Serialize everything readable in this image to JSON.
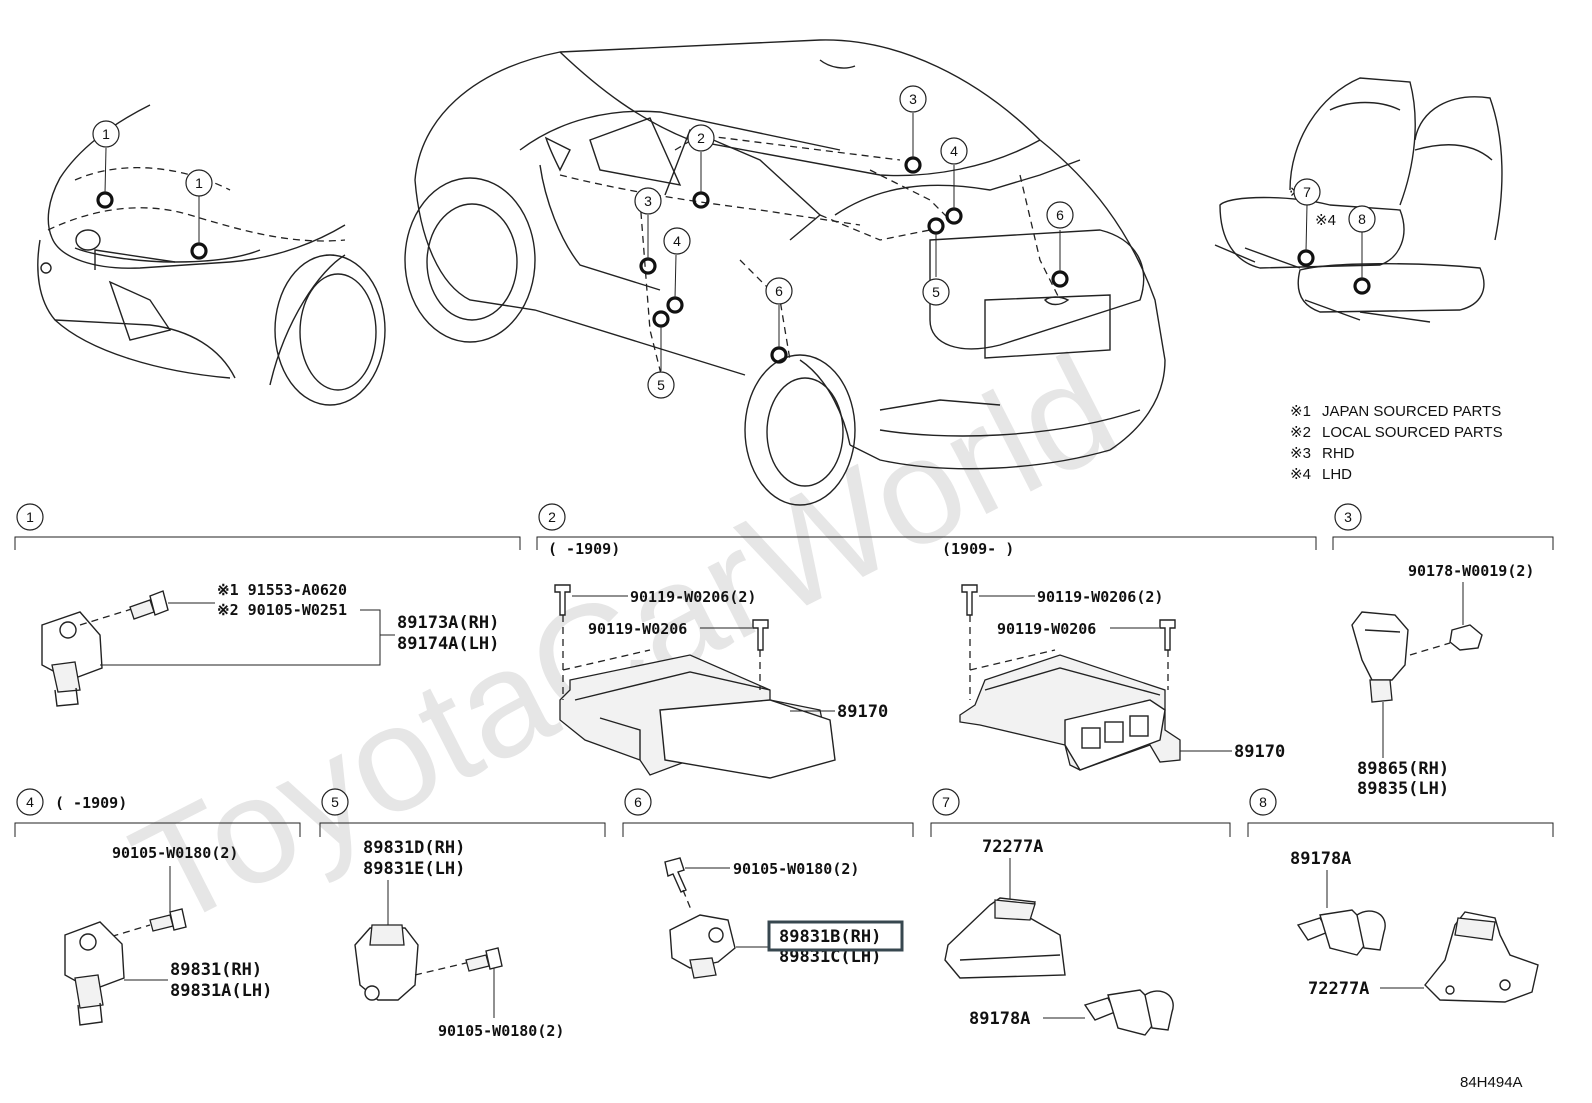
{
  "watermark": "ToyotaCarWorld",
  "diagram_code": "84H494A",
  "legend": [
    {
      "mark": "※1",
      "text": "JAPAN SOURCED PARTS"
    },
    {
      "mark": "※2",
      "text": "LOCAL SOURCED PARTS"
    },
    {
      "mark": "※3",
      "text": "RHD"
    },
    {
      "mark": "※4",
      "text": "LHD"
    }
  ],
  "callouts_top": [
    "1",
    "1",
    "2",
    "3",
    "3",
    "4",
    "4",
    "5",
    "5",
    "6",
    "6",
    "7",
    "8"
  ],
  "seat_marks": [
    "※3",
    "※4"
  ],
  "sections": {
    "s1": {
      "num": "1",
      "bolt_1": "※1 91553-A0620",
      "bolt_2": "※2 90105-W0251",
      "part_a": "89173A(RH)",
      "part_b": "89174A(LH)"
    },
    "s2": {
      "num": "2",
      "left_range": "(     -1909)",
      "right_range": "(1909-     )",
      "l_bolt_a": "90119-W0206(2)",
      "l_bolt_b": "90119-W0206",
      "l_ecu": "89170",
      "r_bolt_a": "90119-W0206(2)",
      "r_bolt_b": "90119-W0206",
      "r_ecu": "89170"
    },
    "s3": {
      "num": "3",
      "nut": "90178-W0019(2)",
      "part_a": "89865(RH)",
      "part_b": "89835(LH)"
    },
    "s4": {
      "num": "4",
      "range": "(     -1909)",
      "bolt": "90105-W0180(2)",
      "part_a": "89831(RH)",
      "part_b": "89831A(LH)"
    },
    "s5": {
      "num": "5",
      "part_a": "89831D(RH)",
      "part_b": "89831E(LH)",
      "bolt": "90105-W0180(2)"
    },
    "s6": {
      "num": "6",
      "bolt": "90105-W0180(2)",
      "part_a": "89831B(RH)",
      "part_b": "89831C(LH)"
    },
    "s7": {
      "num": "7",
      "bracket": "72277A",
      "sensor": "89178A"
    },
    "s8": {
      "num": "8",
      "sensor": "89178A",
      "bracket": "72277A"
    }
  }
}
